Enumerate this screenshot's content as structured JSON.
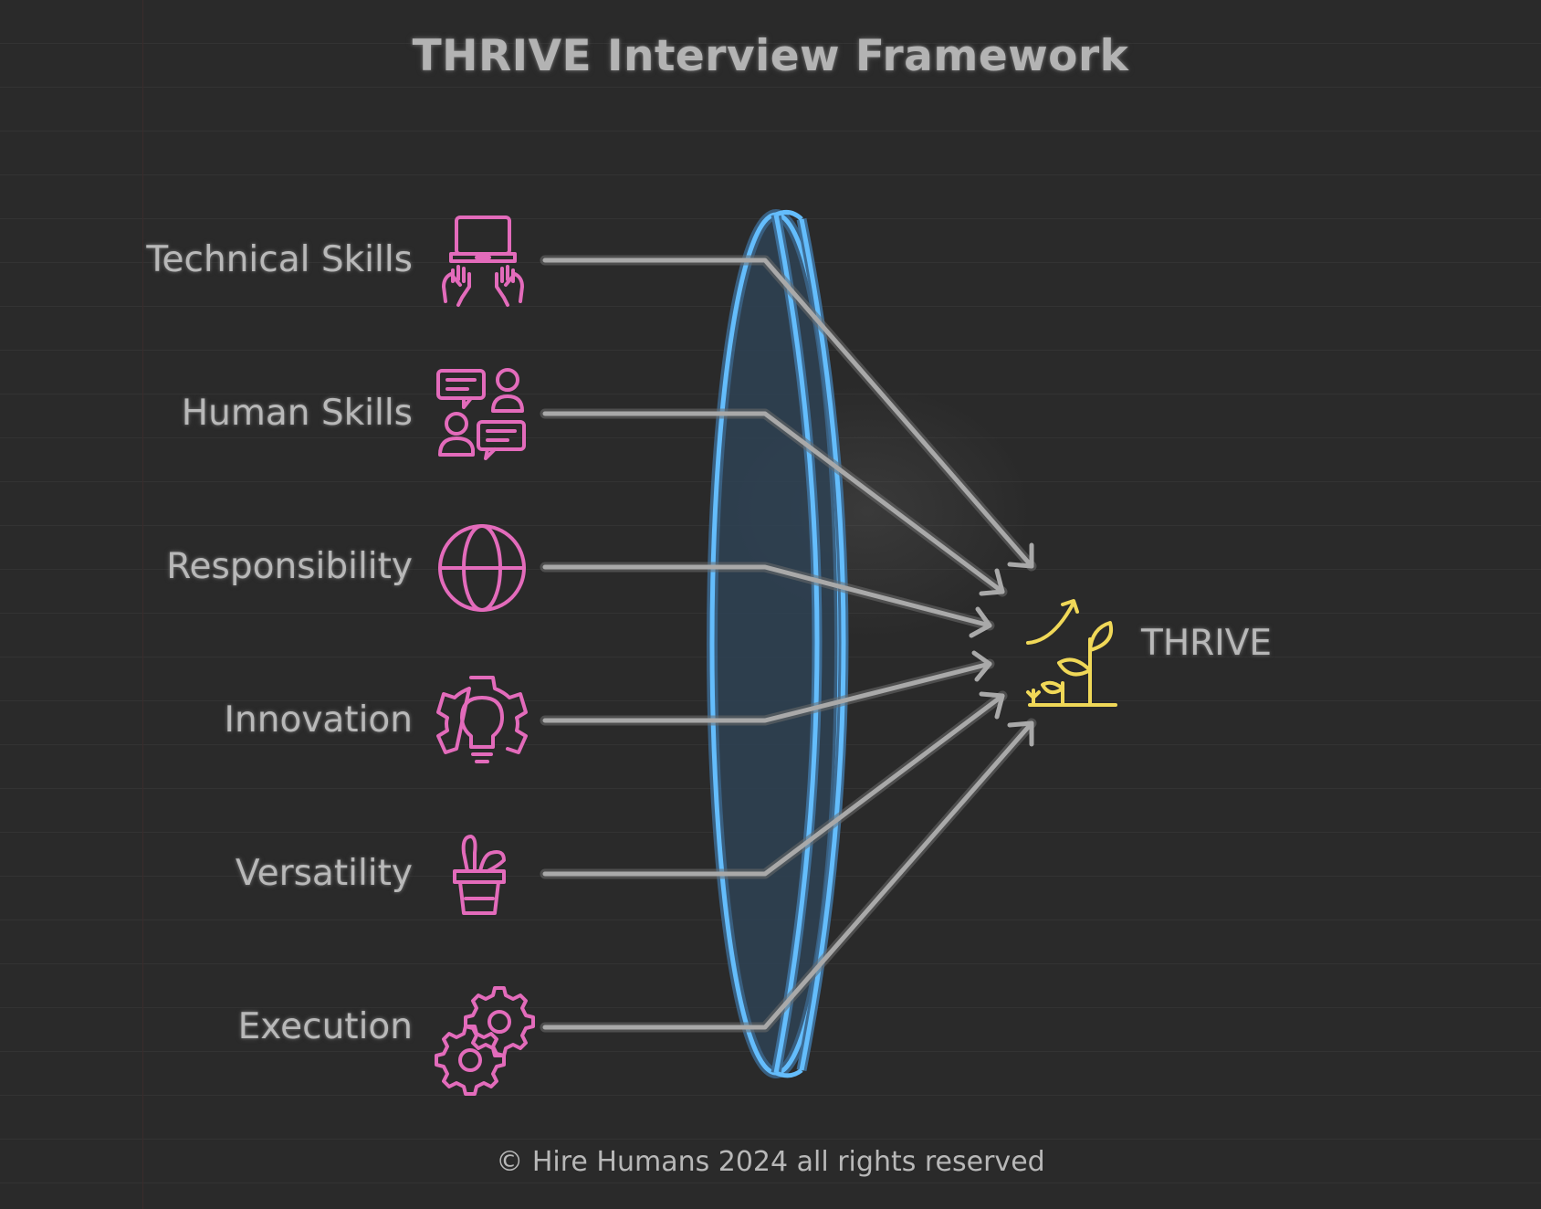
{
  "title": "THRIVE Interview Framework",
  "inputs": [
    {
      "label": "Technical Skills",
      "icon": "laptop-hands-icon"
    },
    {
      "label": "Human Skills",
      "icon": "people-chat-icon"
    },
    {
      "label": "Responsibility",
      "icon": "globe-icon"
    },
    {
      "label": "Innovation",
      "icon": "lightbulb-gear-icon"
    },
    {
      "label": "Versatility",
      "icon": "magic-hat-rabbit-icon"
    },
    {
      "label": "Execution",
      "icon": "gears-icon"
    }
  ],
  "lens": {
    "icon": "lens-icon"
  },
  "goal": {
    "label": "THRIVE",
    "icon": "growth-plant-icon"
  },
  "footer": "© Hire Humans 2024 all rights reserved",
  "colors": {
    "background": "#2a2a2a",
    "icon": "#e36bbb",
    "lens": "#5fb8ff",
    "goal_icon": "#f0d858",
    "text": "#b8b8b8"
  }
}
